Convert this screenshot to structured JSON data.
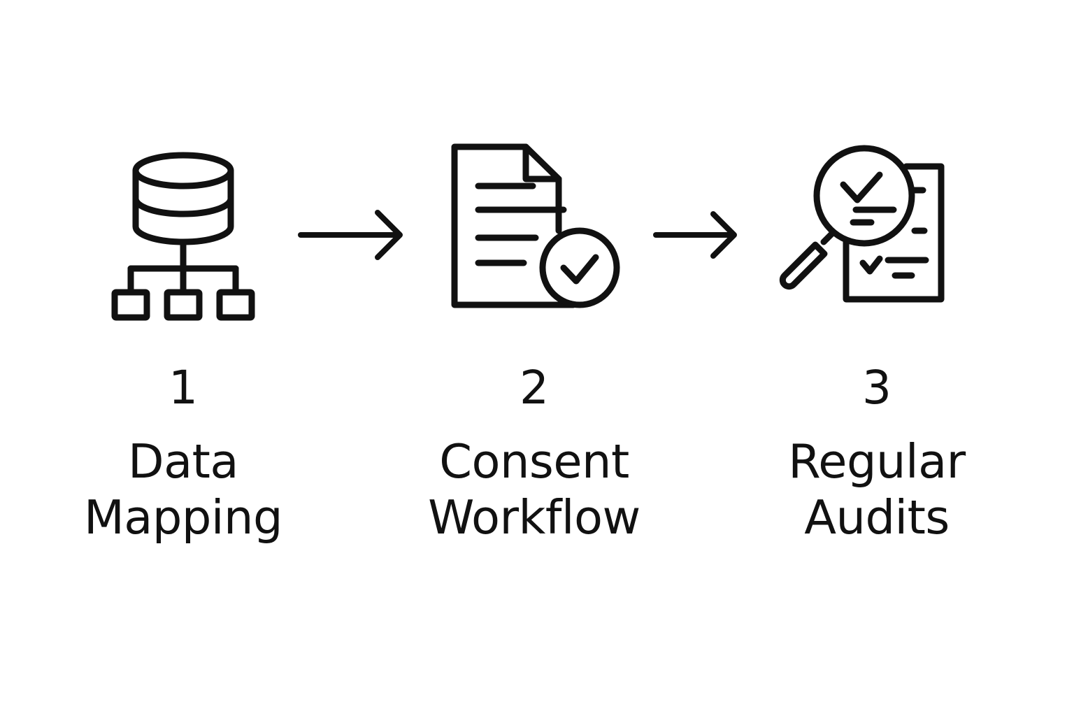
{
  "steps": [
    {
      "number": "1",
      "label_line1": "Data",
      "label_line2": "Mapping",
      "icon": "database-hierarchy-icon"
    },
    {
      "number": "2",
      "label_line1": "Consent",
      "label_line2": "Workflow",
      "icon": "document-check-icon"
    },
    {
      "number": "3",
      "label_line1": "Regular",
      "label_line2": "Audits",
      "icon": "magnifier-checklist-icon"
    }
  ],
  "colors": {
    "stroke": "#111111",
    "background": "#ffffff"
  }
}
